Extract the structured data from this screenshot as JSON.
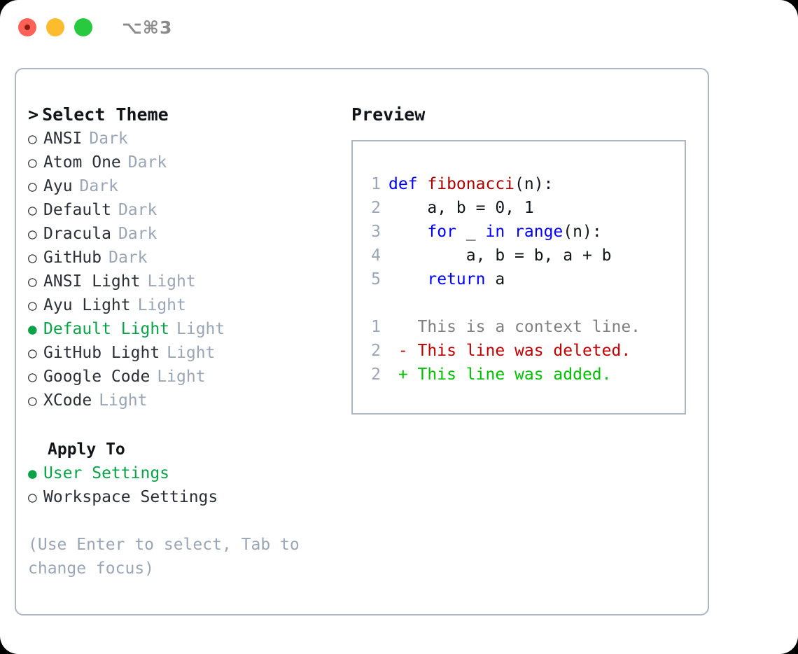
{
  "titlebar": {
    "shortcut": "⌥⌘3",
    "buttons": [
      {
        "name": "close",
        "color": "#fc6157"
      },
      {
        "name": "minimize",
        "color": "#fcbc2e"
      },
      {
        "name": "maximize",
        "color": "#28c93f"
      }
    ]
  },
  "theme_section": {
    "heading": "Select Theme",
    "caret": ">",
    "bullet_unselected": "○",
    "bullet_selected": "●",
    "items": [
      {
        "label": "ANSI",
        "tag": "Dark",
        "selected": false
      },
      {
        "label": "Atom One",
        "tag": "Dark",
        "selected": false
      },
      {
        "label": "Ayu",
        "tag": "Dark",
        "selected": false
      },
      {
        "label": "Default",
        "tag": "Dark",
        "selected": false
      },
      {
        "label": "Dracula",
        "tag": "Dark",
        "selected": false
      },
      {
        "label": "GitHub",
        "tag": "Dark",
        "selected": false
      },
      {
        "label": "ANSI Light",
        "tag": "Light",
        "selected": false
      },
      {
        "label": "Ayu Light",
        "tag": "Light",
        "selected": false
      },
      {
        "label": "Default Light",
        "tag": "Light",
        "selected": true
      },
      {
        "label": "GitHub Light",
        "tag": "Light",
        "selected": false
      },
      {
        "label": "Google Code",
        "tag": "Light",
        "selected": false
      },
      {
        "label": "XCode",
        "tag": "Light",
        "selected": false
      }
    ]
  },
  "apply_section": {
    "heading": "Apply To",
    "items": [
      {
        "label": "User Settings",
        "selected": true
      },
      {
        "label": "Workspace Settings",
        "selected": false
      }
    ]
  },
  "hint": "(Use Enter to select, Tab to change focus)",
  "preview": {
    "title": "Preview",
    "code_lines": [
      {
        "no": "1",
        "tokens": [
          {
            "t": "def ",
            "c": "kw"
          },
          {
            "t": "fibonacci",
            "c": "fn"
          },
          {
            "t": "(n):",
            "c": "plain"
          }
        ]
      },
      {
        "no": "2",
        "tokens": [
          {
            "t": "    a, b = 0, 1",
            "c": "plain"
          }
        ]
      },
      {
        "no": "3",
        "tokens": [
          {
            "t": "    ",
            "c": "plain"
          },
          {
            "t": "for",
            "c": "kw"
          },
          {
            "t": " _ ",
            "c": "plain"
          },
          {
            "t": "in",
            "c": "kw"
          },
          {
            "t": " ",
            "c": "plain"
          },
          {
            "t": "range",
            "c": "kw"
          },
          {
            "t": "(n):",
            "c": "plain"
          }
        ]
      },
      {
        "no": "4",
        "tokens": [
          {
            "t": "        a, b = b, a + b",
            "c": "plain"
          }
        ]
      },
      {
        "no": "5",
        "tokens": [
          {
            "t": "    ",
            "c": "plain"
          },
          {
            "t": "return",
            "c": "kw"
          },
          {
            "t": " a",
            "c": "plain"
          }
        ]
      }
    ],
    "diff_lines": [
      {
        "no": "1",
        "tokens": [
          {
            "t": "   This is a context line.",
            "c": "ctx"
          }
        ]
      },
      {
        "no": "2",
        "tokens": [
          {
            "t": " - This line was deleted.",
            "c": "del"
          }
        ]
      },
      {
        "no": "2",
        "tokens": [
          {
            "t": " + This line was added.",
            "c": "add"
          }
        ]
      }
    ]
  },
  "colors": {
    "accent_green": "#0aa247",
    "muted": "#9aa5b5",
    "keyword_blue": "#0000ff",
    "function_red": "#aa0000",
    "diff_deleted": "#c00000",
    "diff_added": "#00c000",
    "context_grey": "#808080",
    "border": "#aeb6c2"
  }
}
